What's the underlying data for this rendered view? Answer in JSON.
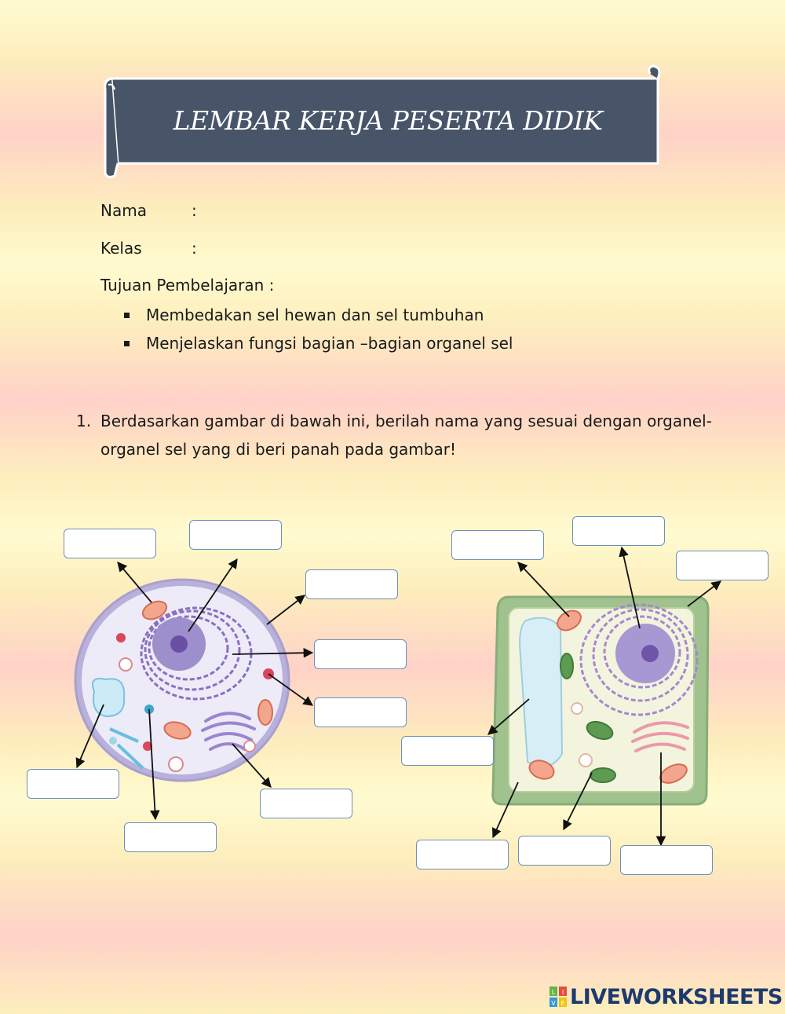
{
  "header": {
    "title": "LEMBAR KERJA PESERTA DIDIK"
  },
  "fields": [
    {
      "label": "Nama",
      "colon": ":"
    },
    {
      "label": "Kelas",
      "colon": ":"
    }
  ],
  "objectives": {
    "heading": "Tujuan Pembelajaran :",
    "items": [
      "Membedakan sel hewan dan sel tumbuhan",
      "Menjelaskan fungsi bagian –bagian organel sel"
    ]
  },
  "question": {
    "number": "1.",
    "line1": "Berdasarkan gambar di bawah ini, berilah nama yang sesuai dengan organel-",
    "line2": "organel sel yang di beri panah pada gambar!"
  },
  "animal_cell": {
    "answer_box_count": 8
  },
  "plant_cell": {
    "answer_box_count": 7
  },
  "colors": {
    "banner": "#485569",
    "animal_membrane": "#b9b1db",
    "plant_wall": "#9fc28e",
    "box_border": "#6f8fb8"
  },
  "footer": {
    "logo_letters": [
      "L",
      "I",
      "V",
      "E"
    ],
    "brand": "LIVEWORKSHEETS"
  }
}
